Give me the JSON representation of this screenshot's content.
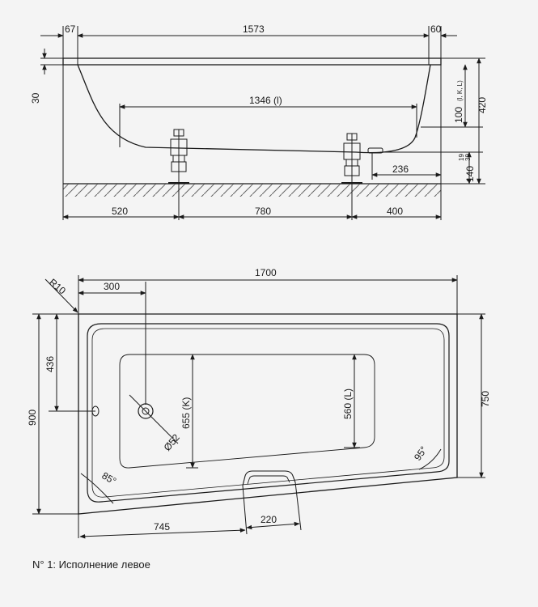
{
  "caption": "N° 1: Исполнение левое",
  "side_view": {
    "dims": {
      "left_rim": "67",
      "length": "1573",
      "right_rim": "60",
      "rim_height": "30",
      "inner_bottom": "1346 (l)",
      "depth": "100",
      "depth_suffix": "(l, K, L)",
      "height": "420",
      "drain_a": "19",
      "drain_b": "39",
      "foot": "140",
      "drain_offset": "236",
      "seg_left": "520",
      "seg_mid": "780",
      "seg_right": "400"
    }
  },
  "top_view": {
    "dims": {
      "length": "1700",
      "radius": "R10",
      "drain_x": "300",
      "drain_y": "436",
      "width_left": "900",
      "width_right": "750",
      "inner_K": "655 (K)",
      "inner_L": "560 (L)",
      "drain_diam": "Ø52",
      "angle_left": "85°",
      "angle_right": "95°",
      "bottom_len": "745",
      "handle_w": "220"
    }
  }
}
